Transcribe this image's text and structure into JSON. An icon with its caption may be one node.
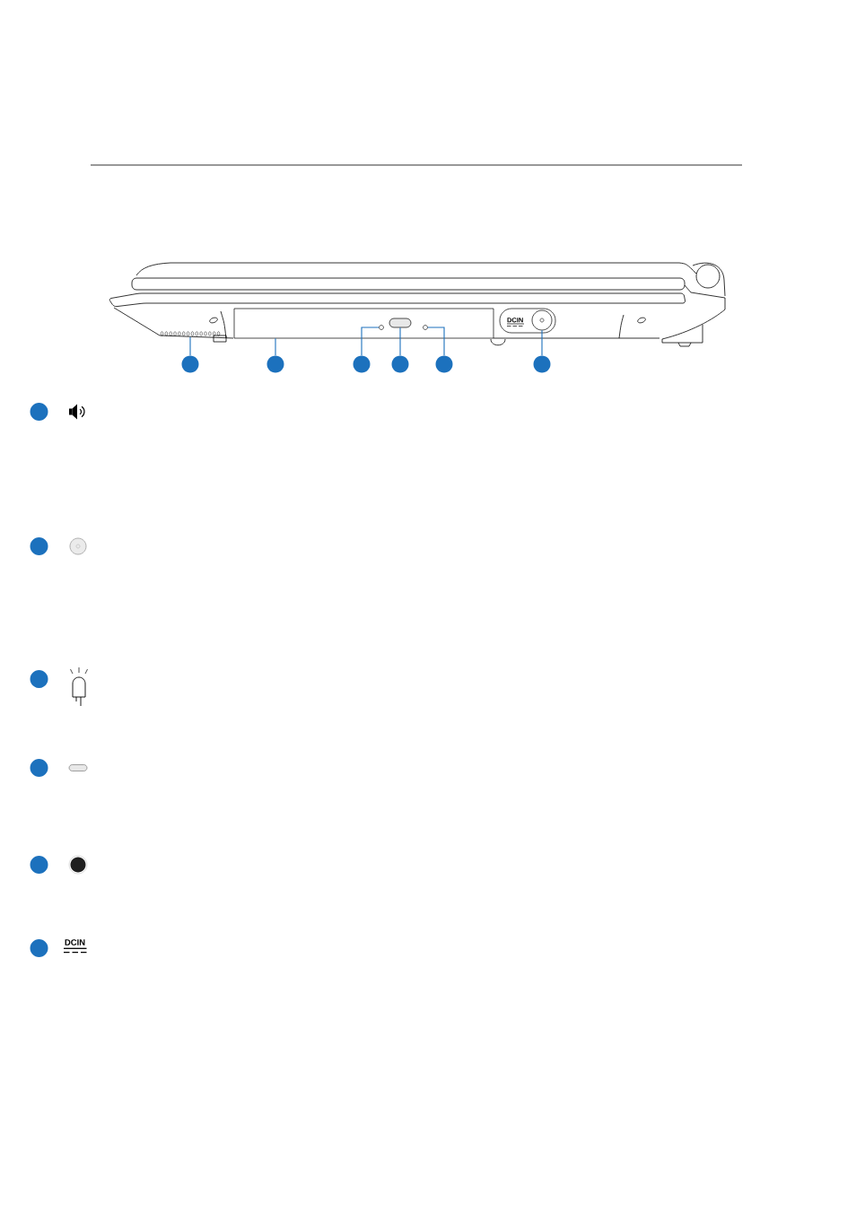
{
  "diagram": {
    "nodes": [
      {
        "text": [],
        "shape": "picture"
      },
      {
        "text": [],
        "shape": "box"
      },
      {
        "text": [],
        "shape": "circle",
        "in": 1
      },
      {
        "text": [],
        "shape": "box",
        "in": 1
      },
      {
        "text": [],
        "shape": "circle",
        "in": 1
      },
      {
        "text": [
          "DCIN"
        ]
      },
      {
        "text": [],
        "shape": "circle",
        "in": 5
      },
      {
        "text": [],
        "shape": "circle"
      },
      {
        "text": [],
        "shape": "circle"
      },
      {
        "text": [],
        "shape": "circle"
      },
      {
        "text": [],
        "shape": "circle"
      },
      {
        "text": [],
        "shape": "circle"
      },
      {
        "text": [],
        "shape": "circle"
      },
      {
        "text": [],
        "shape": "circle"
      },
      {
        "text": [],
        "shape": "circle"
      },
      {
        "text": [],
        "shape": "circle"
      },
      {
        "text": [],
        "shape": "circle"
      },
      {
        "text": [],
        "shape": "circle"
      },
      {
        "text": [],
        "shape": "circle"
      }
    ],
    "edges": [
      {
        "from": 7,
        "to": 0,
        "arrow": "none"
      },
      {
        "from": 8,
        "to": 1,
        "arrow": "none"
      },
      {
        "from": 9,
        "to": 2,
        "arrow": "none"
      },
      {
        "from": 10,
        "to": 3,
        "arrow": "none"
      },
      {
        "from": 11,
        "to": 4,
        "arrow": "none"
      },
      {
        "from": 12,
        "to": 6,
        "arrow": "none"
      }
    ],
    "labels": [
      "DCIN"
    ]
  }
}
